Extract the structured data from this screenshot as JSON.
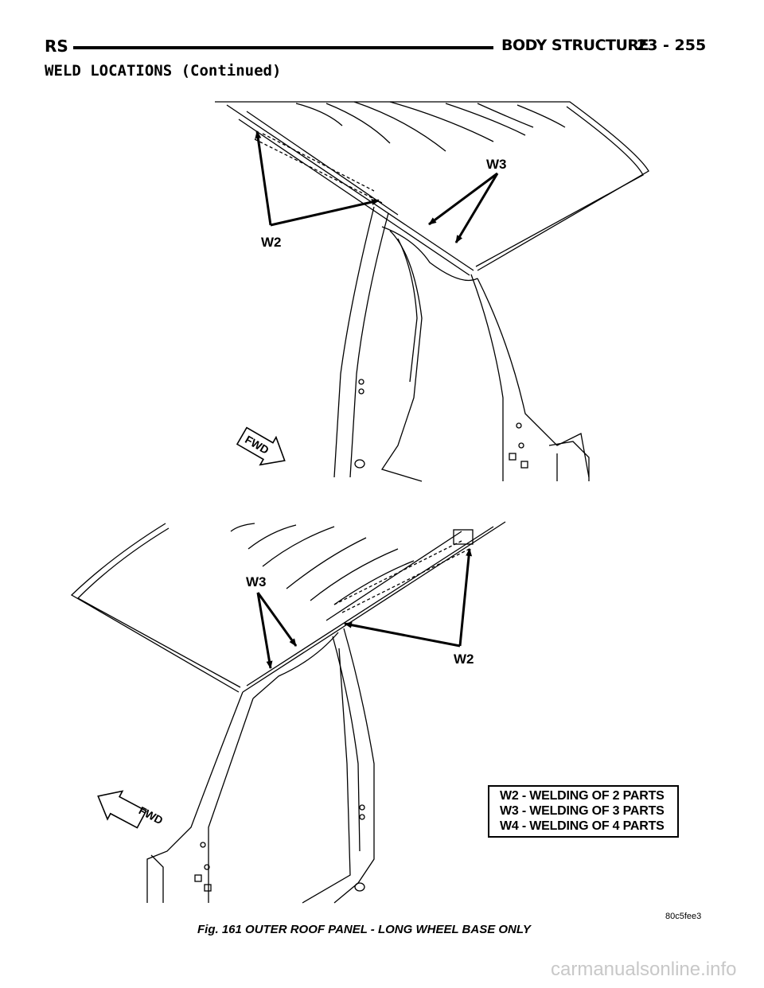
{
  "header": {
    "left": "RS",
    "section": "BODY STRUCTURE",
    "page": "23 - 255"
  },
  "section_title": "WELD LOCATIONS (Continued)",
  "figure_top": {
    "callout_w3": "W3",
    "callout_w2": "W2",
    "fwd_label": "FWD"
  },
  "figure_bottom": {
    "callout_w3": "W3",
    "callout_w2": "W2",
    "fwd_label": "FWD"
  },
  "legend": [
    "W2 - WELDING OF 2 PARTS",
    "W3 - WELDING OF 3 PARTS",
    "W4 - WELDING OF 4 PARTS"
  ],
  "image_code": "80c5fee3",
  "caption": "Fig. 161 OUTER ROOF PANEL - LONG WHEEL BASE ONLY",
  "watermark": "carmanualsonline.info"
}
